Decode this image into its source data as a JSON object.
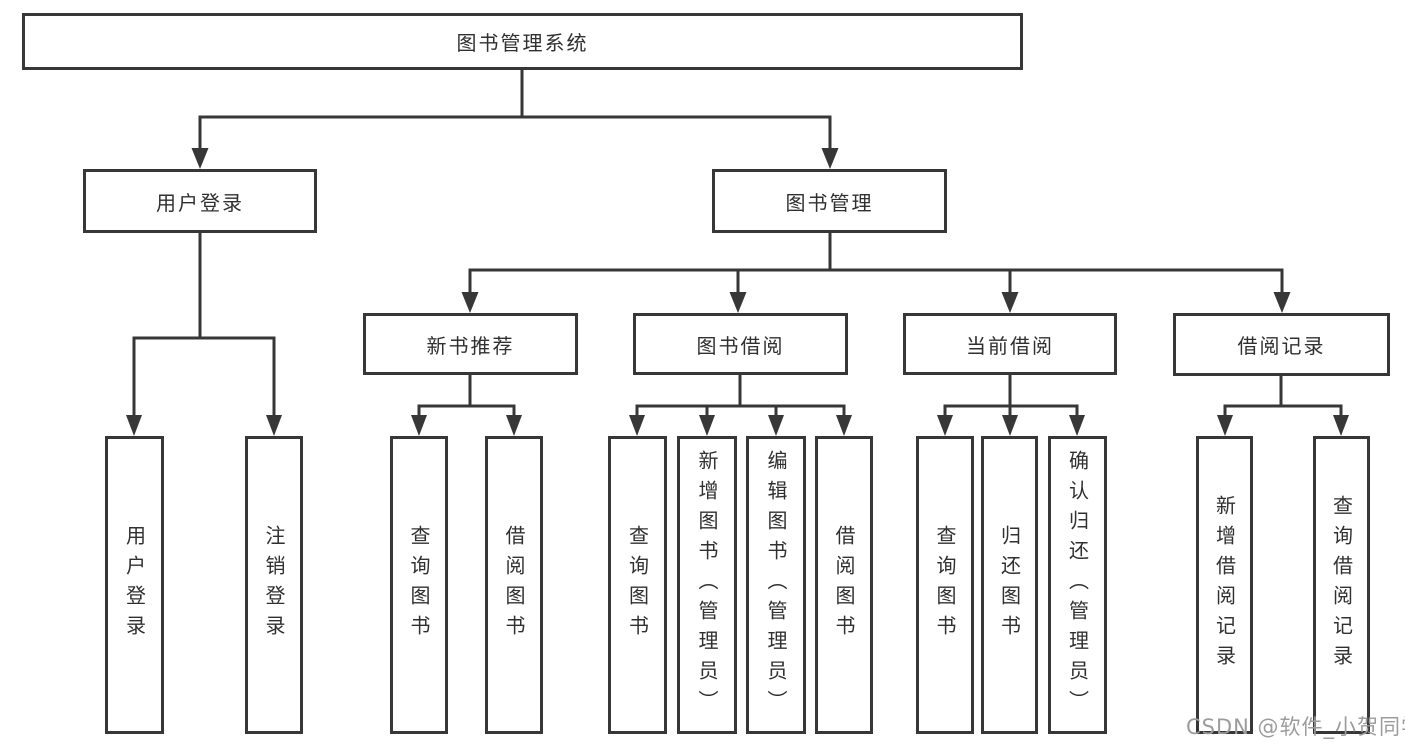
{
  "nodes": {
    "root": {
      "label": "图书管理系统"
    },
    "userLogin": {
      "label": "用户登录"
    },
    "bookMgmt": {
      "label": "图书管理"
    },
    "newBookRec": {
      "label": "新书推荐"
    },
    "bookBorrow": {
      "label": "图书借阅"
    },
    "currentBorrow": {
      "label": "当前借阅"
    },
    "borrowRecord": {
      "label": "借阅记录"
    },
    "leafUserLogin": {
      "label": "用户登录"
    },
    "leafLogout": {
      "label": "注销登录"
    },
    "leafRecQuery": {
      "label": "查询图书"
    },
    "leafRecBorrow": {
      "label": "借阅图书"
    },
    "leafBorQuery": {
      "label": "查询图书"
    },
    "leafBorAdd": {
      "label": "新增图书（管理员）"
    },
    "leafBorEdit": {
      "label": "编辑图书（管理员）"
    },
    "leafBorBorrow": {
      "label": "借阅图书"
    },
    "leafCurQuery": {
      "label": "查询图书"
    },
    "leafCurReturn": {
      "label": "归还图书"
    },
    "leafCurConfirm": {
      "label": "确认归还（管理员）"
    },
    "leafRecordAdd": {
      "label": "新增借阅记录"
    },
    "leafRecordQuery": {
      "label": "查询借阅记录"
    }
  },
  "watermark": {
    "text": "CSDN @软件_小贺同学"
  },
  "colors": {
    "line": "#373737",
    "text": "#303030",
    "watermark": "#9c9c9c",
    "background": "#ffffff"
  }
}
